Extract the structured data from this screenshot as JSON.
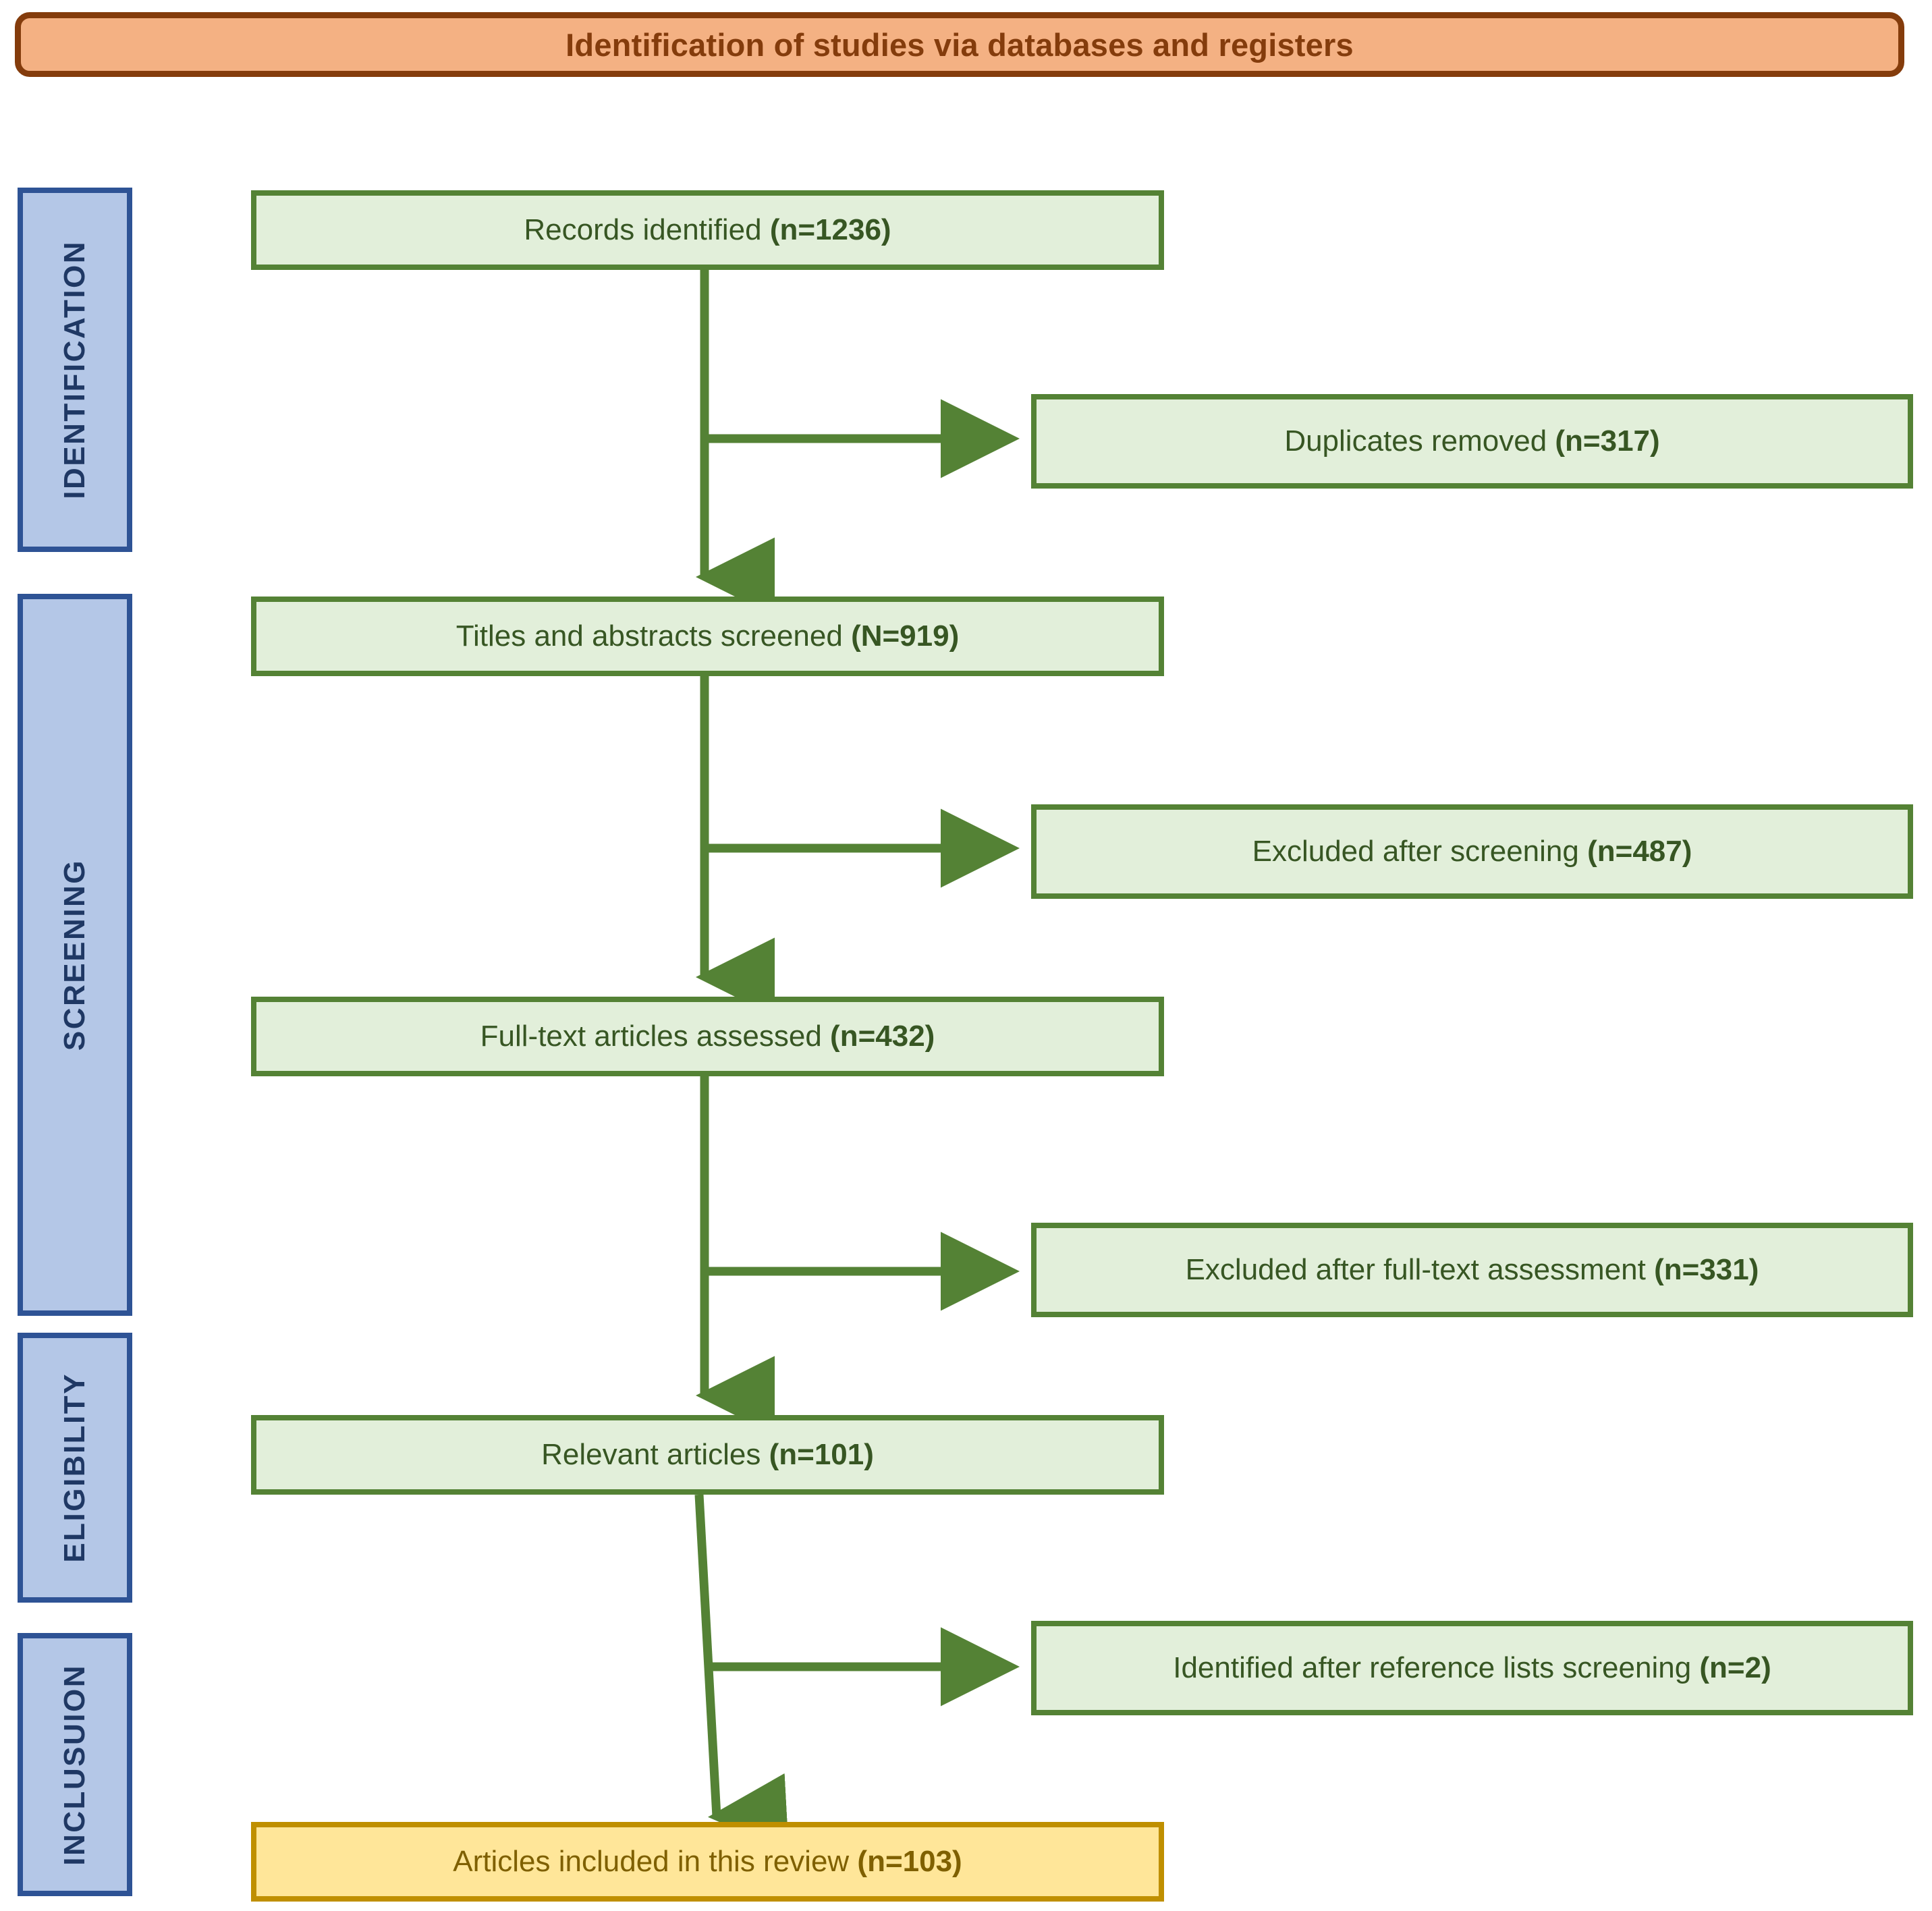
{
  "header": {
    "title": "Identification of studies via databases and registers",
    "background": "#f4b183",
    "border": "#843c0c",
    "text_color": "#843c0c"
  },
  "stages": [
    {
      "label": "IDENTIFICATION"
    },
    {
      "label": "SCREENING"
    },
    {
      "label": "ELIGIBILITY"
    },
    {
      "label": "INCLUSUION"
    }
  ],
  "palette": {
    "stage_fill": "#b4c7e7",
    "stage_border": "#2e5395",
    "stage_text": "#1f3864",
    "green_fill": "#e2efda",
    "green_border": "#548235",
    "green_text": "#375623",
    "yellow_fill": "#ffe699",
    "yellow_border": "#bf8f00",
    "yellow_text": "#7f6000",
    "arrow": "#548235"
  },
  "nodes": {
    "records_identified": {
      "label": "Records identified ",
      "count": "(n=1236)"
    },
    "duplicates_removed": {
      "label": "Duplicates removed ",
      "count": "(n=317)"
    },
    "titles_abstracts_screened": {
      "label": "Titles and abstracts screened ",
      "count": "(N=919)"
    },
    "excluded_after_screening": {
      "label": "Excluded after screening ",
      "count": "(n=487)"
    },
    "fulltext_assessed": {
      "label": "Full-text articles assessed ",
      "count": "(n=432)"
    },
    "excluded_after_fulltext": {
      "label": "Excluded after full-text assessment ",
      "count": "(n=331)"
    },
    "relevant_articles": {
      "label": "Relevant articles ",
      "count": "(n=101)"
    },
    "identified_reference_lists": {
      "label": "Identified after reference lists screening ",
      "count": "(n=2)"
    },
    "articles_included": {
      "label": "Articles included in this review ",
      "count": "(n=103)"
    }
  },
  "chart_data": {
    "type": "diagram",
    "title": "Identification of studies via databases and registers",
    "diagram_kind": "PRISMA flow diagram",
    "stages": [
      "IDENTIFICATION",
      "SCREENING",
      "ELIGIBILITY",
      "INCLUSUION"
    ],
    "flow": [
      {
        "step": "Records identified",
        "symbol": "n",
        "value": 1236,
        "stage": "IDENTIFICATION",
        "branch": "main"
      },
      {
        "step": "Duplicates removed",
        "symbol": "n",
        "value": 317,
        "stage": "IDENTIFICATION",
        "branch": "side"
      },
      {
        "step": "Titles and abstracts screened",
        "symbol": "N",
        "value": 919,
        "stage": "SCREENING",
        "branch": "main"
      },
      {
        "step": "Excluded after screening",
        "symbol": "n",
        "value": 487,
        "stage": "SCREENING",
        "branch": "side"
      },
      {
        "step": "Full-text articles assessed",
        "symbol": "n",
        "value": 432,
        "stage": "SCREENING",
        "branch": "main"
      },
      {
        "step": "Excluded after full-text assessment",
        "symbol": "n",
        "value": 331,
        "stage": "ELIGIBILITY",
        "branch": "side"
      },
      {
        "step": "Relevant articles",
        "symbol": "n",
        "value": 101,
        "stage": "ELIGIBILITY",
        "branch": "main"
      },
      {
        "step": "Identified after reference lists screening",
        "symbol": "n",
        "value": 2,
        "stage": "INCLUSUION",
        "branch": "side"
      },
      {
        "step": "Articles included in this review",
        "symbol": "n",
        "value": 103,
        "stage": "INCLUSUION",
        "branch": "main"
      }
    ]
  }
}
